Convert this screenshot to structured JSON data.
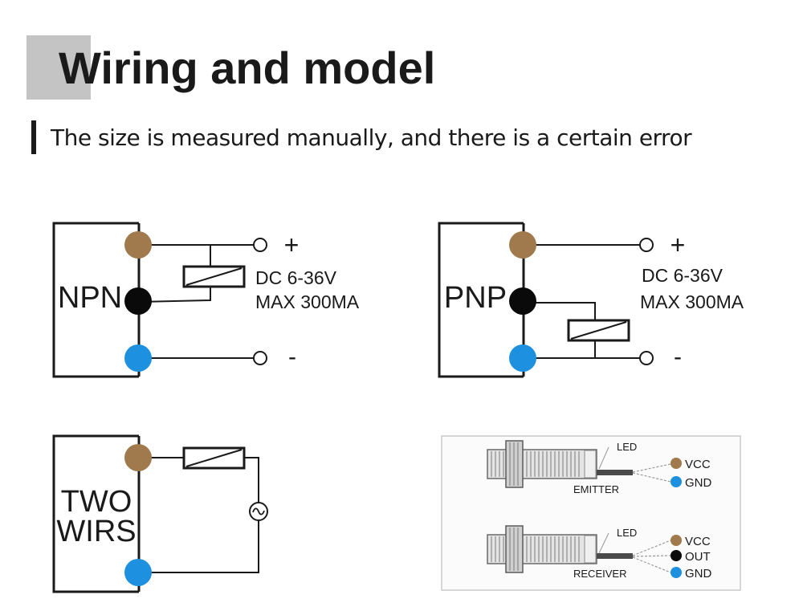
{
  "header": {
    "title": "Wiring and model",
    "subtitle": "The size is measured manually, and there is a certain error"
  },
  "npn": {
    "label": "NPN",
    "plus": "+",
    "minus": "-",
    "voltage": "DC 6-36V",
    "current": "MAX 300MA"
  },
  "pnp": {
    "label": "PNP",
    "plus": "+",
    "minus": "-",
    "voltage": "DC 6-36V",
    "current": "MAX 300MA"
  },
  "two_wire": {
    "label_line1": "TWO",
    "label_line2": "WIRS"
  },
  "sensor_pair": {
    "emitter": {
      "led": "LED",
      "name": "EMITTER",
      "wires": [
        "VCC",
        "GND"
      ]
    },
    "receiver": {
      "led": "LED",
      "name": "RECEIVER",
      "wires": [
        "VCC",
        "OUT",
        "GND"
      ]
    }
  },
  "colors": {
    "brown": "#a07a4c",
    "black": "#0a0a0a",
    "blue": "#1e90e0",
    "frame": "#1a1a1a",
    "title_accent": "#c4c4c4"
  }
}
